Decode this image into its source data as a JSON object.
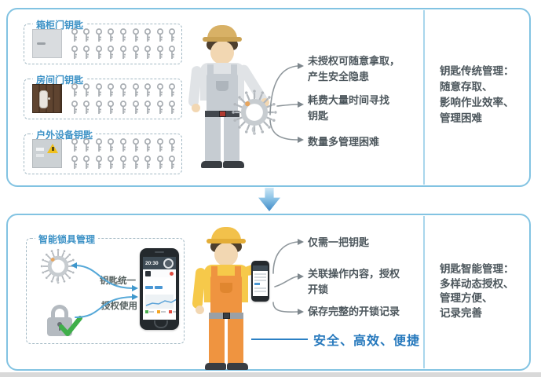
{
  "colors": {
    "accent_blue": "#2e86c1",
    "panel_border": "#82c3e2",
    "text_gray": "#4d575d",
    "key_gray": "#a8adb2",
    "flow_blue": "#55a8d8"
  },
  "top_panel": {
    "key_groups": [
      {
        "label": "箱柜门钥匙",
        "image": "cabinet",
        "key_count": 18
      },
      {
        "label": "房间门钥匙",
        "image": "door",
        "key_count": 18
      },
      {
        "label": "户外设备钥匙",
        "image": "equipment",
        "key_count": 18
      }
    ],
    "findings": [
      {
        "line1": "未授权可随意拿取，",
        "line2": "产生安全隐患"
      },
      {
        "line1": "耗费大量时间寻找",
        "line2": "钥匙"
      },
      {
        "line1": "数量多管理困难",
        "line2": ""
      }
    ],
    "summary": {
      "title": "钥匙传统管理：",
      "lines": [
        "随意存取、",
        "影响作业效率、",
        "管理困难"
      ]
    }
  },
  "bottom_panel": {
    "group_label": "智能锁具管理",
    "flow_labels": {
      "unify": "钥匙统一",
      "authorize": "授权使用"
    },
    "findings": [
      {
        "line1": "仅需一把钥匙",
        "line2": ""
      },
      {
        "line1": "关联操作内容，授权",
        "line2": "开锁"
      },
      {
        "line1": "保存完整的开锁记录",
        "line2": ""
      }
    ],
    "tagline": "安全、高效、便捷",
    "summary": {
      "title": "钥匙智能管理：",
      "lines": [
        "多样动态授权、",
        "管理方便、",
        "记录完善"
      ]
    }
  },
  "phone": {
    "time": "20:30"
  }
}
